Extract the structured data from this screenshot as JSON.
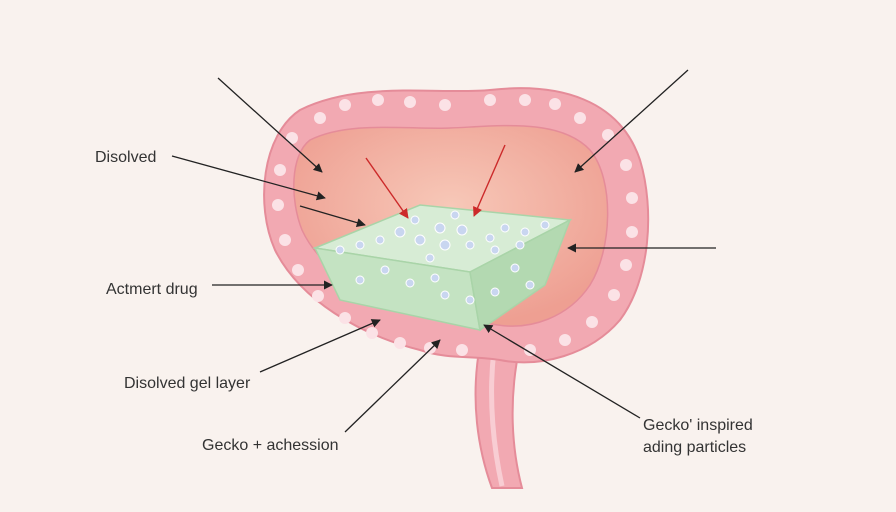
{
  "labels": {
    "disolved": "Disolved",
    "actment_drug": "Actmert drug",
    "disolved_gel_layer": "Disolved gel layer",
    "gecko_adhesion": "Gecko + achession",
    "gecko_inspired_line1": "Gecko' inspired",
    "gecko_inspired_line2": "ading particles"
  },
  "colors": {
    "background": "#f9f2ee",
    "stomach_wall": "#f2a9b2",
    "stomach_wall_dark": "#e58c99",
    "stomach_lumen": "#f4b8a8",
    "mucosa_dots": "#fbe2e6",
    "gel_top": "#d7ecd5",
    "gel_front": "#bfe0bd",
    "gel_side": "#a9d4a8",
    "particles": "#c9d6f0",
    "arrow_black": "#222222",
    "arrow_red": "#cc2a2a",
    "text": "#333333"
  }
}
